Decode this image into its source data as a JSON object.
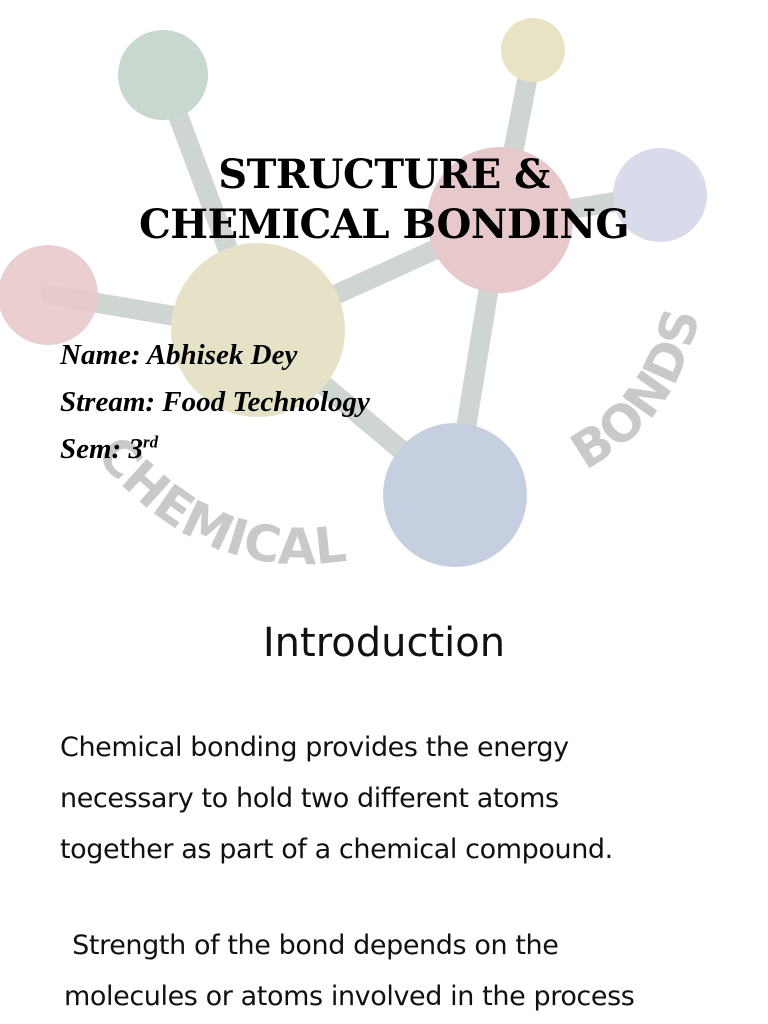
{
  "slide1": {
    "title_line1": "STRUCTURE &",
    "title_line2": "CHEMICAL BONDING",
    "name_line": "Name: Abhisek Dey",
    "stream_line": "Stream: Food Technology",
    "sem_label": "Sem: 3",
    "sem_suffix": "rd",
    "watermark": {
      "word1": "CHEMICAL",
      "word2": "BONDS"
    },
    "colors": {
      "atom_green": "#c8d8cf",
      "atom_tan": "#e6e2c8",
      "atom_pink": "#e8c9cb",
      "atom_lavender": "#d9dbea",
      "atom_blue": "#c6cfe0",
      "atom_beige": "#e9e3c6",
      "bond": "#cfd6d2",
      "watermark_text": "#c9c9c9"
    }
  },
  "slide2": {
    "heading": "Introduction",
    "para1_lines": [
      "Chemical bonding provides the energy",
      "necessary to hold two different atoms",
      "together as part of a chemical compound."
    ],
    "para2_lines": [
      " Strength of the bond depends on the",
      "molecules or atoms involved in the process"
    ]
  }
}
